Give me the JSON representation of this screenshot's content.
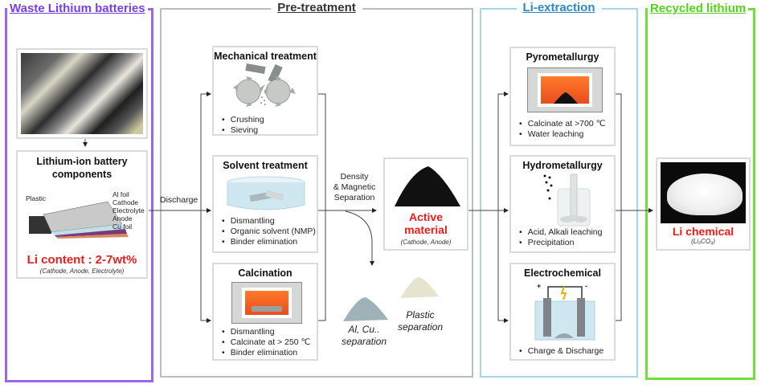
{
  "sections": {
    "waste": {
      "title": "Waste Lithium batteries",
      "color": "#7a3fe0"
    },
    "pretreatment": {
      "title": "Pre-treatment",
      "color": "#333333"
    },
    "extraction": {
      "title": "Li-extraction",
      "color": "#2b88c8"
    },
    "recycled": {
      "title": "Recycled lithium",
      "color": "#55d21a"
    }
  },
  "waste": {
    "photo_icon": "battery-pile-photo",
    "components": {
      "title": "Lithium-ion battery components",
      "layers_left": "Plastic",
      "layers_right": [
        "Al foil",
        "Cathode",
        "Electrolyte",
        "Anode",
        "Cu foil"
      ],
      "li_content": "Li content : 2-7wt%",
      "li_content_note": "(Cathode, Anode, Electrolyte)"
    }
  },
  "flow": {
    "discharge": "Discharge",
    "separation": [
      "Density",
      "& Magnetic",
      "Separation"
    ]
  },
  "pretreatment": {
    "mechanical": {
      "title": "Mechanical treatment",
      "bullets": [
        "Crushing",
        "Sieving"
      ]
    },
    "solvent": {
      "title": "Solvent treatment",
      "bullets": [
        "Dismantling",
        "Organic solvent (NMP)",
        "Binder elimination"
      ]
    },
    "calcination": {
      "title": "Calcination",
      "bullets": [
        "Dismantling",
        "Calcinate at > 250 ℃",
        "Binder elimination"
      ]
    },
    "active": {
      "title_line1": "Active",
      "title_line2": "material",
      "note": "(Cathode, Anode)"
    },
    "al_cu": {
      "line1": "Al, Cu..",
      "line2": "separation"
    },
    "plastic": {
      "line1": "Plastic",
      "line2": "separation"
    }
  },
  "extraction": {
    "pyro": {
      "title": "Pyrometallurgy",
      "bullets": [
        "Calcinate at >700 ℃",
        "Water leaching"
      ]
    },
    "hydro": {
      "title": "Hydrometallurgy",
      "bullets": [
        "Acid, Alkali leaching",
        "Precipitation"
      ]
    },
    "electro": {
      "title": "Electrochemical",
      "bullets": [
        "Charge & Discharge"
      ],
      "plus": "+",
      "minus": "-"
    }
  },
  "recycled": {
    "title": "Li chemical",
    "formula": "(Li₂CO₃)"
  }
}
